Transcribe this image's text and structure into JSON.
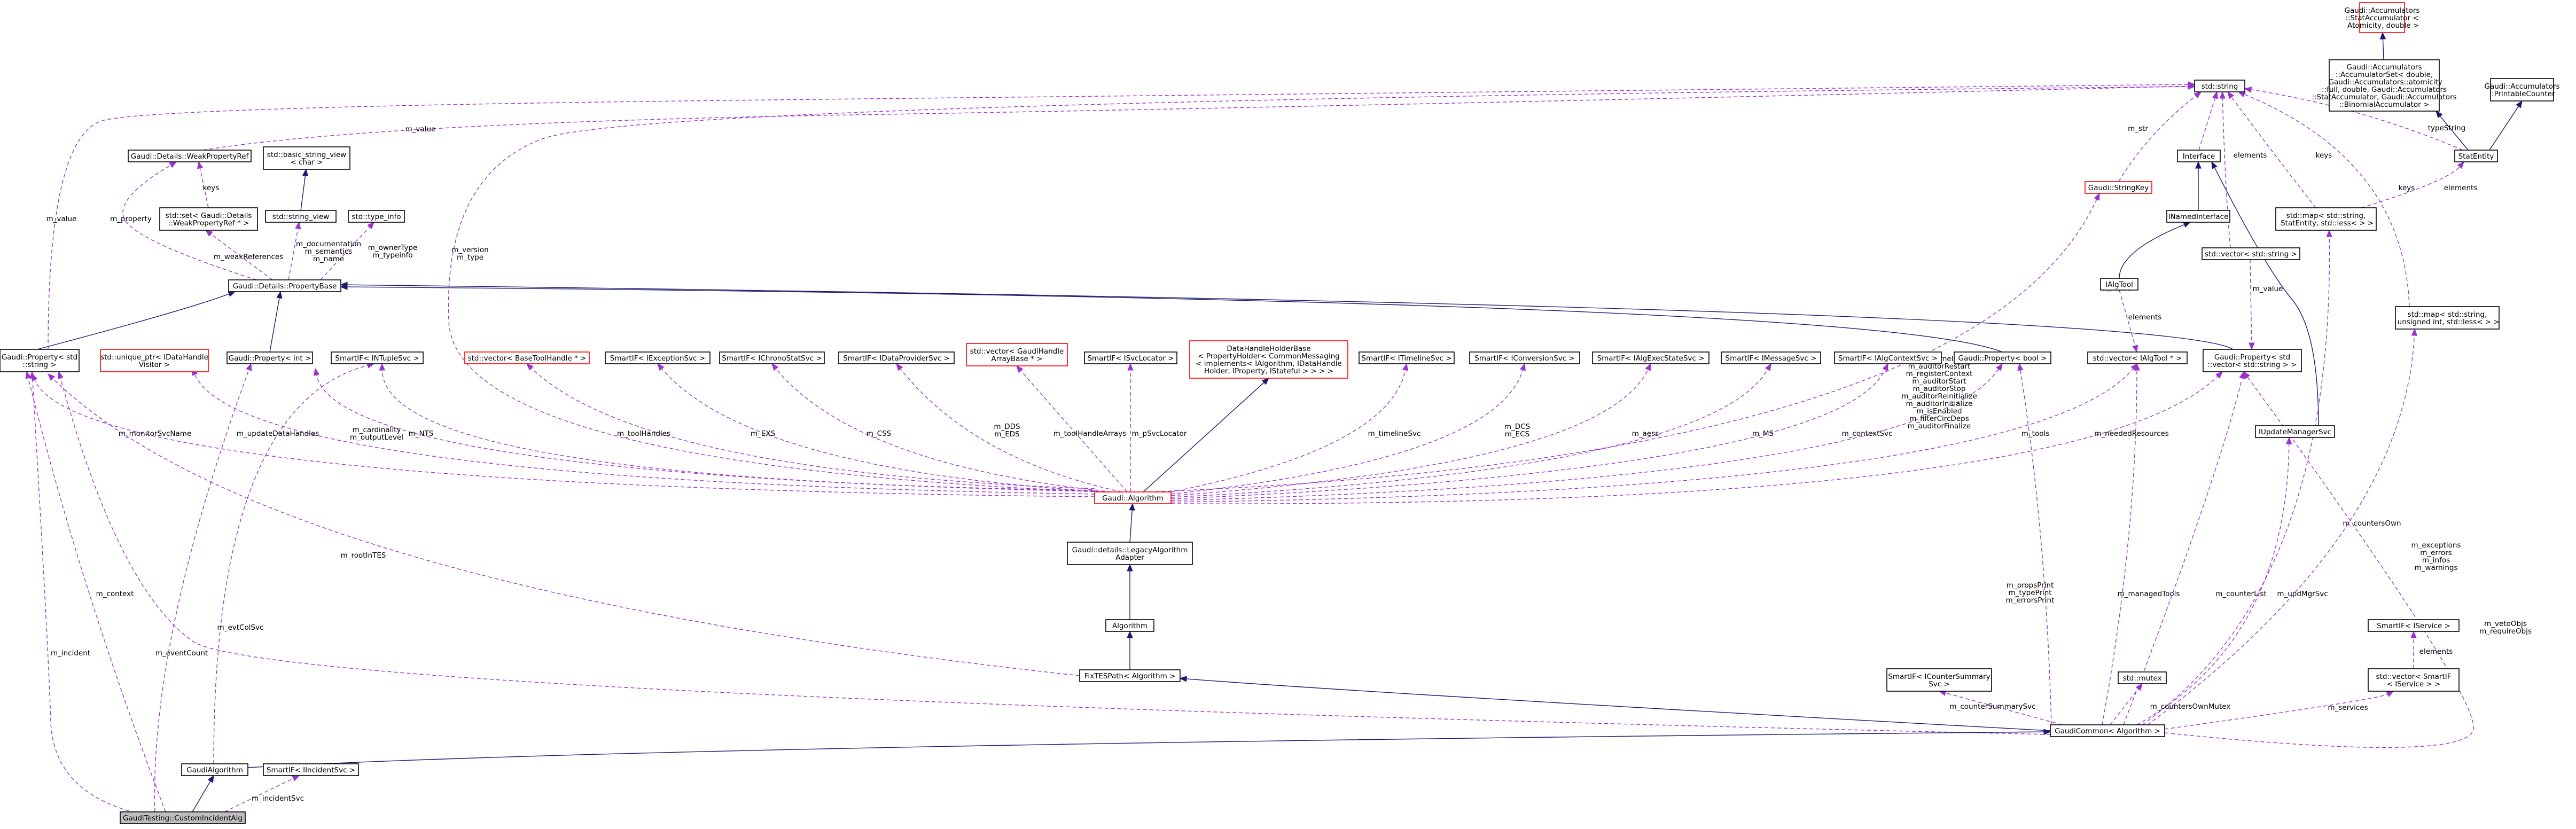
{
  "nodes": {
    "stat_acc": [
      "Gaudi::Accumulators",
      "::StatAccumulator <",
      " Atomicity, double >"
    ],
    "acc_set": [
      "Gaudi::Accumulators",
      "::AccumulatorSet< double,",
      " Gaudi::Accumulators::atomicity",
      "::full, double, Gaudi::Accumulators",
      "::StatAccumulator, Gaudi::Accumulators",
      "::BinomialAccumulator >"
    ],
    "printable_counter": [
      "Gaudi::Accumulators",
      "::PrintableCounter"
    ],
    "std_string": [
      "std::string"
    ],
    "stat_entity": [
      "StatEntity"
    ],
    "interface": [
      "Interface"
    ],
    "string_key": [
      "Gaudi::StringKey"
    ],
    "map_string_statentity": [
      "std::map< std::string,",
      " StatEntity, std::less< > >"
    ],
    "inamed_interface": [
      "INamedInterface"
    ],
    "vector_string": [
      "std::vector< std::string >"
    ],
    "ialg_tool": [
      "IAlgTool"
    ],
    "map_string_unsigned": [
      "std::map< std::string,",
      " unsigned int, std::less< > >"
    ],
    "weak_property_ref": [
      "Gaudi::Details::WeakPropertyRef"
    ],
    "basic_string_view": [
      "std::basic_string_view",
      "< char >"
    ],
    "set_weak_property_ref": [
      "std::set< Gaudi::Details",
      "::WeakPropertyRef * >"
    ],
    "string_view": [
      "std::string_view"
    ],
    "type_info": [
      "std::type_info"
    ],
    "property_base": [
      "Gaudi::Details::PropertyBase"
    ],
    "property_string": [
      "Gaudi::Property< std",
      "::string >"
    ],
    "unique_ptr_idatahandle": [
      "std::unique_ptr< IDataHandle",
      "Visitor >"
    ],
    "property_int": [
      "Gaudi::Property< int >"
    ],
    "smartif_intuple": [
      "SmartIF< INTupleSvc >"
    ],
    "vector_basetoolhandle": [
      "std::vector< BaseToolHandle * >"
    ],
    "smartif_iexception": [
      "SmartIF< IExceptionSvc >"
    ],
    "smartif_ichrono": [
      "SmartIF< IChronoStatSvc >"
    ],
    "smartif_idataprovider": [
      "SmartIF< IDataProviderSvc >"
    ],
    "vector_gaudihandle": [
      "std::vector< GaudiHandle",
      "ArrayBase * >"
    ],
    "smartif_isvclocator": [
      "SmartIF< ISvcLocator >"
    ],
    "datahandleholder": [
      "DataHandleHolderBase",
      "< PropertyHolder< CommonMessaging",
      "< implements< IAlgorithm, IDataHandle",
      "Holder, IProperty, IStateful > > > >"
    ],
    "smartif_itimeline": [
      "SmartIF< ITimelineSvc >"
    ],
    "smartif_iconversion": [
      "SmartIF< IConversionSvc >"
    ],
    "smartif_ialgexecstate": [
      "SmartIF< IAlgExecStateSvc >"
    ],
    "smartif_imessage": [
      "SmartIF< IMessageSvc >"
    ],
    "smartif_ialgcontext": [
      "SmartIF< IAlgContextSvc >"
    ],
    "property_bool": [
      "Gaudi::Property< bool >"
    ],
    "vector_ialgtool": [
      "std::vector< IAlgTool * >"
    ],
    "property_vector_string": [
      "Gaudi::Property< std",
      "::vector< std::string > >"
    ],
    "iupdate_manager": [
      "IUpdateManagerSvc"
    ],
    "gaudi_algorithm": [
      "Gaudi::Algorithm"
    ],
    "legacy_adapter": [
      "Gaudi::details::LegacyAlgorithm",
      "Adapter"
    ],
    "algorithm": [
      "Algorithm"
    ],
    "fixtespath": [
      "FixTESPath< Algorithm >"
    ],
    "smartif_iservice": [
      "SmartIF< IService >"
    ],
    "smartif_icountersummary": [
      "SmartIF< ICounterSummary",
      "Svc >"
    ],
    "std_mutex": [
      "std::mutex"
    ],
    "vector_smartif_iservice": [
      "std::vector< SmartIF",
      "< IService > >"
    ],
    "gaudi_common": [
      "GaudiCommon< Algorithm >"
    ],
    "gaudi_algorithm_class": [
      "GaudiAlgorithm"
    ],
    "smartif_iincident": [
      "SmartIF< IIncidentSvc >"
    ],
    "custom_incident_alg": [
      "GaudiTesting::CustomIncidentAlg"
    ]
  },
  "edge_labels": {
    "m_value": [
      "m_value"
    ],
    "m_property": [
      "m_property"
    ],
    "keys_set": [
      "keys"
    ],
    "m_weak_references": [
      "m_weakReferences"
    ],
    "m_documentation": [
      "m_documentation",
      "m_semantics",
      "m_name"
    ],
    "m_owner_type": [
      "m_ownerType",
      "m_typeinfo"
    ],
    "m_value_left": [
      "m_value"
    ],
    "m_version": [
      "m_version",
      "m_type"
    ],
    "m_str": [
      "m_str"
    ],
    "elements_vs": [
      "elements"
    ],
    "keys_map": [
      "keys"
    ],
    "type_string": [
      "typeString"
    ],
    "keys_right": [
      "keys"
    ],
    "elements_se": [
      "elements"
    ],
    "m_name": [
      "m_name"
    ],
    "m_value_vs": [
      "m_value"
    ],
    "elements_ialgtool": [
      "elements"
    ],
    "monitor": [
      "m_monitorSvcName"
    ],
    "update_handles": [
      "m_updateDataHandles"
    ],
    "cardinality": [
      "m_cardinality",
      "m_outputLevel"
    ],
    "ntuple": [
      "m_NTS"
    ],
    "tool_handles": [
      "m_toolHandles"
    ],
    "exs": [
      "m_EXS"
    ],
    "css": [
      "m_CSS"
    ],
    "dds": [
      "m_DDS",
      "m_EDS"
    ],
    "tool_handle_arrays": [
      "m_toolHandleArrays"
    ],
    "svc_locator": [
      "m_pSvcLocator"
    ],
    "timeline": [
      "m_timelineSvc"
    ],
    "dcs": [
      "m_DCS",
      "m_ECS"
    ],
    "aess": [
      "m_aess"
    ],
    "ms": [
      "m_MS"
    ],
    "context_svc": [
      "m_contextSvc"
    ],
    "bool_props": [
      "m_doTimeline",
      "m_auditorRestart",
      "m_registerContext",
      "m_auditorStart",
      "m_auditorStop",
      "m_auditorReinitialize",
      "m_auditorInitialize",
      "m_isEnabled",
      "m_filterCircDeps",
      "m_auditorFinalize"
    ],
    "tools": [
      "m_tools"
    ],
    "needed_resources": [
      "m_neededResources"
    ],
    "root_in_tes": [
      "m_rootInTES"
    ],
    "context": [
      "m_context"
    ],
    "evt_col_svc": [
      "m_evtColSvc"
    ],
    "incident": [
      "m_incident"
    ],
    "event_count": [
      "m_eventCount"
    ],
    "props_print": [
      "m_propsPrint",
      "m_typePrint",
      "m_errorsPrint"
    ],
    "managed_tools": [
      "m_managedTools"
    ],
    "counter_list": [
      "m_counterList"
    ],
    "upd_mgr": [
      "m_updMgrSvc"
    ],
    "counters_own": [
      "m_countersOwn"
    ],
    "exceptions": [
      "m_exceptions",
      "m_errors",
      "m_infos",
      "m_warnings"
    ],
    "veto_objs": [
      "m_vetoObjs",
      "m_requireObjs"
    ],
    "elements_svc": [
      "elements"
    ],
    "services": [
      "m_services"
    ],
    "counter_summary": [
      "m_counterSummarySvc"
    ],
    "counters_own_mutex": [
      "m_countersOwnMutex"
    ],
    "incident_svc": [
      "m_incidentSvc"
    ]
  },
  "colors": {
    "inheritance": "#191970",
    "usage": "#9a32cd",
    "red_border": "#ff0000",
    "focus_fill": "#bfbfbf"
  }
}
